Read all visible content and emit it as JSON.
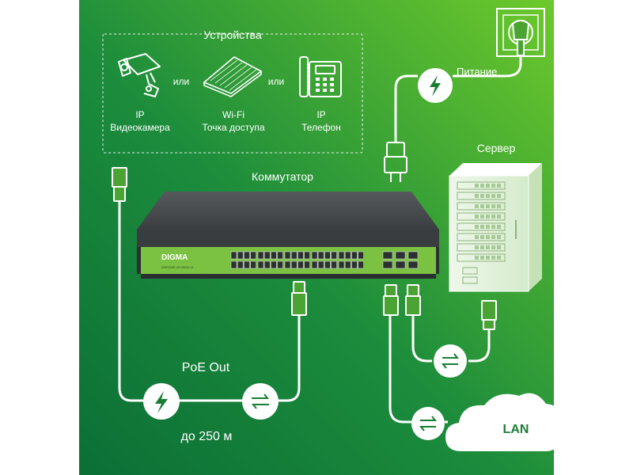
{
  "devices": {
    "title": "Устройства",
    "or_left": "или",
    "or_right": "или",
    "camera": {
      "line1": "IP",
      "line2": "Видеокамера"
    },
    "wifi": {
      "line1": "Wi-Fi",
      "line2": "Точка доступа"
    },
    "phone": {
      "line1": "IP",
      "line2": "Телефон"
    }
  },
  "switch": {
    "title": "Коммутатор",
    "brand": "DIGMA",
    "model": "DSP224F-2G-R400 v1"
  },
  "power": {
    "label": "Питание"
  },
  "server": {
    "label": "Сервер"
  },
  "poe": {
    "label": "PoE Out",
    "distance": "до 250 м"
  },
  "lan": {
    "label": "LAN"
  },
  "colors": {
    "bg_dark": "#0f7a38",
    "bg_light": "#63c32a",
    "accent": "#5fb832",
    "line": "#ffffff"
  }
}
